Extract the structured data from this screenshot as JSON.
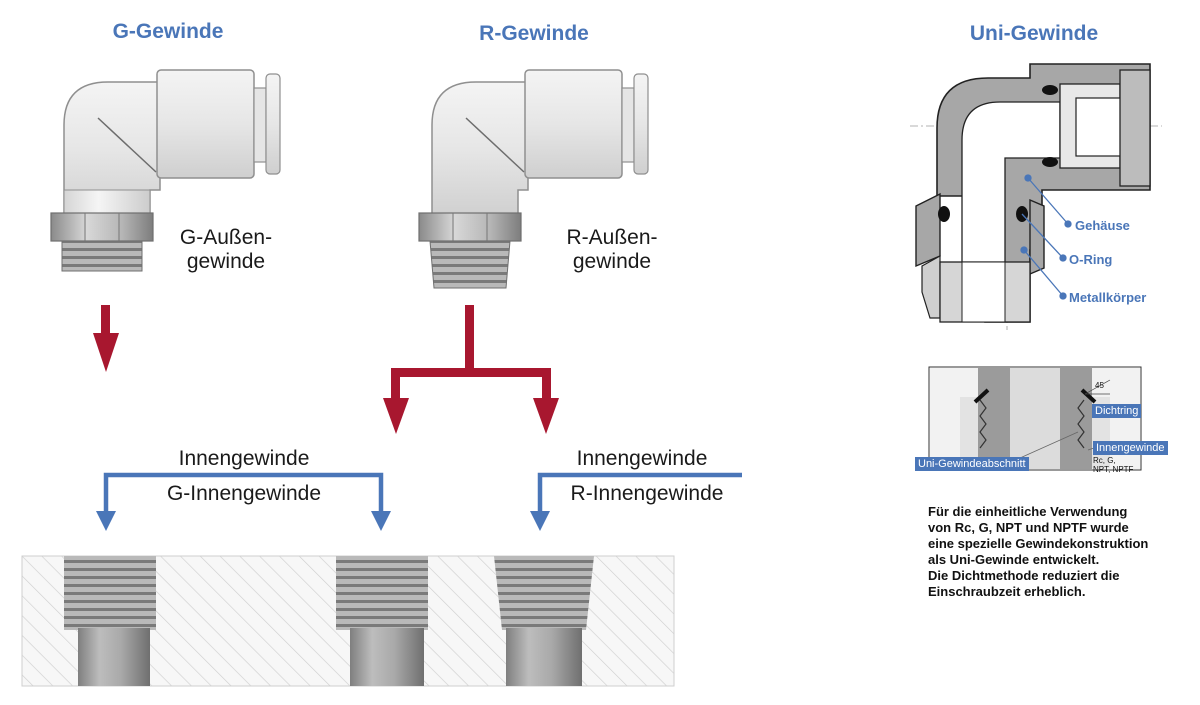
{
  "colors": {
    "title_blue": "#4a76b8",
    "arrow_red": "#a8172f",
    "line_blue": "#4a76b8",
    "metal": "#a7a7a7",
    "hatch": "#c9c9c9"
  },
  "titles": {
    "g": "G-Gewinde",
    "r": "R-Gewinde",
    "uni": "Uni-Gewinde"
  },
  "fittings": {
    "g_label": [
      "G-Außen-",
      "gewinde"
    ],
    "r_label": [
      "R-Außen-",
      "gewinde"
    ]
  },
  "threads": {
    "g_header": "Innengewinde",
    "g_name": "G-Innengewinde",
    "r_header": "Innengewinde",
    "r_name": "R-Innengewinde"
  },
  "cross_section": {
    "labels": [
      "Gehäuse",
      "O-Ring",
      "Metallkörper"
    ]
  },
  "detail": {
    "angle": "45",
    "dichtring": "Dichtring",
    "innengewinde": "Innengewinde",
    "types_line1": "Rc, G,",
    "types_line2": "NPT, NPTF",
    "uni_section": "Uni-Gewindeabschnitt"
  },
  "description": [
    "Für die einheitliche Verwendung",
    "von Rc, G, NPT und NPTF wurde",
    "eine spezielle Gewindekonstruktion",
    "als Uni-Gewinde entwickelt.",
    "Die Dichtmethode reduziert die",
    "Einschraubzeit erheblich."
  ],
  "icons": {
    "fitting": "elbow-push-in-fitting-icon",
    "arrow": "arrow-down-icon",
    "section": "cross-section-icon"
  }
}
